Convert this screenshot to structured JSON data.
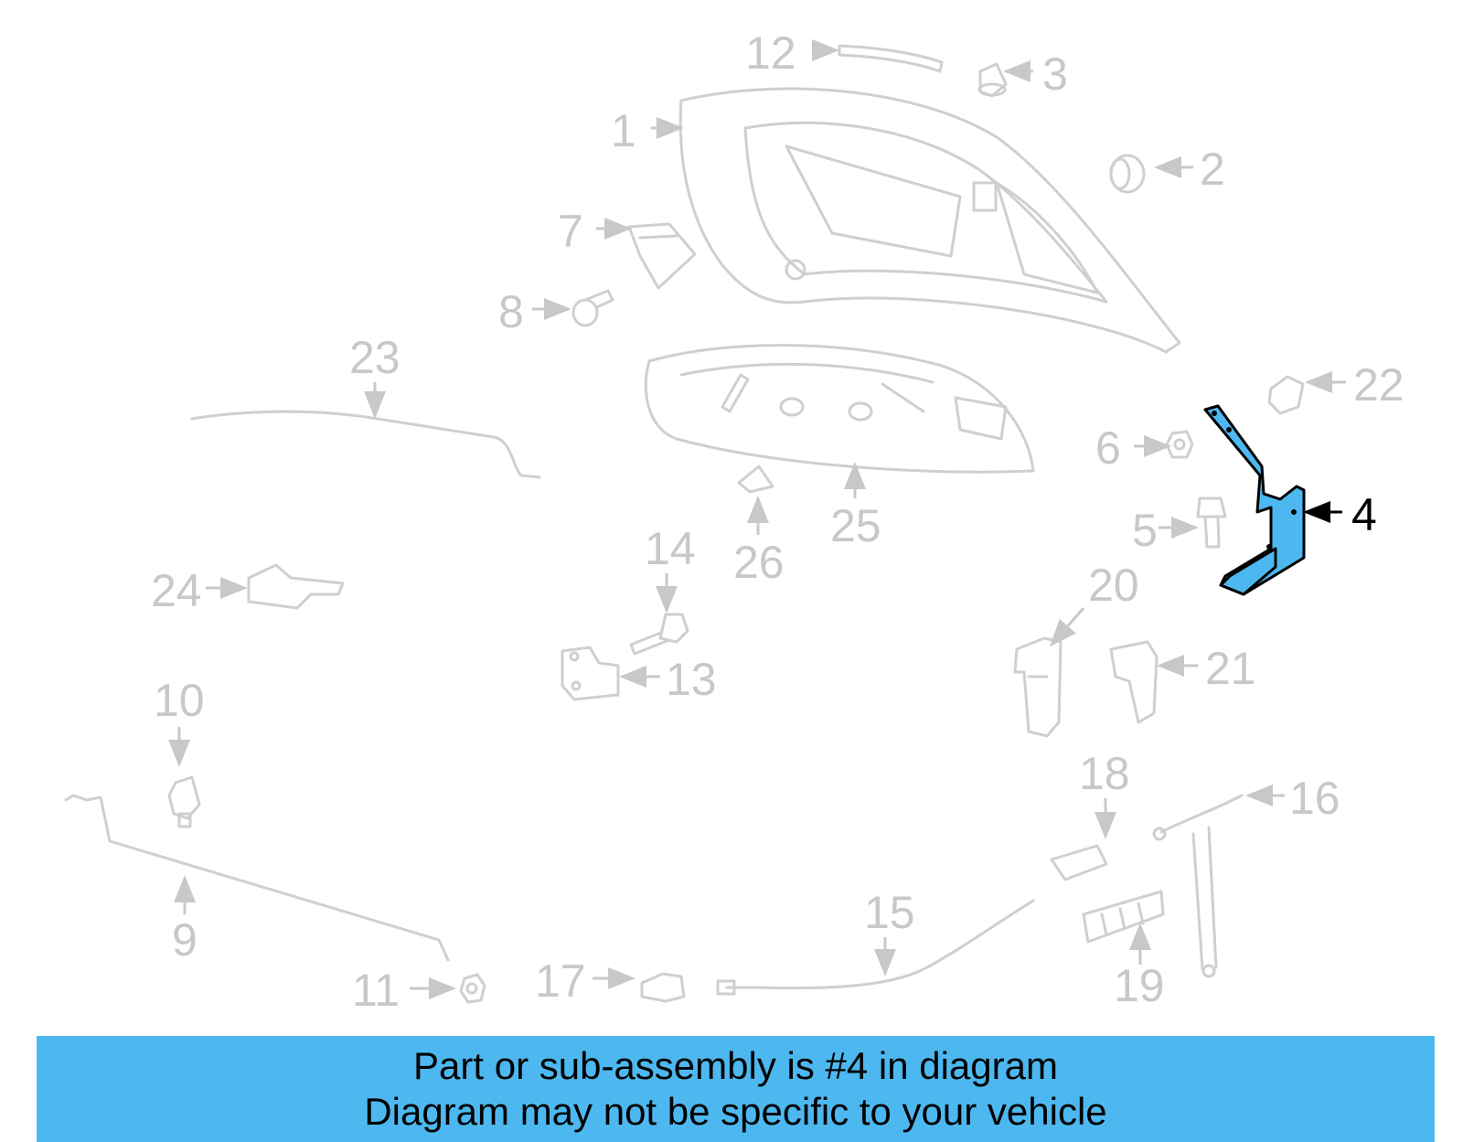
{
  "callouts": [
    {
      "label": "1",
      "highlighted": false
    },
    {
      "label": "2",
      "highlighted": false
    },
    {
      "label": "3",
      "highlighted": false
    },
    {
      "label": "4",
      "highlighted": true
    },
    {
      "label": "5",
      "highlighted": false
    },
    {
      "label": "6",
      "highlighted": false
    },
    {
      "label": "7",
      "highlighted": false
    },
    {
      "label": "8",
      "highlighted": false
    },
    {
      "label": "9",
      "highlighted": false
    },
    {
      "label": "10",
      "highlighted": false
    },
    {
      "label": "11",
      "highlighted": false
    },
    {
      "label": "12",
      "highlighted": false
    },
    {
      "label": "13",
      "highlighted": false
    },
    {
      "label": "14",
      "highlighted": false
    },
    {
      "label": "15",
      "highlighted": false
    },
    {
      "label": "16",
      "highlighted": false
    },
    {
      "label": "17",
      "highlighted": false
    },
    {
      "label": "18",
      "highlighted": false
    },
    {
      "label": "19",
      "highlighted": false
    },
    {
      "label": "20",
      "highlighted": false
    },
    {
      "label": "21",
      "highlighted": false
    },
    {
      "label": "22",
      "highlighted": false
    },
    {
      "label": "23",
      "highlighted": false
    },
    {
      "label": "24",
      "highlighted": false
    },
    {
      "label": "25",
      "highlighted": false
    },
    {
      "label": "26",
      "highlighted": false
    }
  ],
  "banner": {
    "line1": "Part or sub-assembly is #4 in diagram",
    "line2": "Diagram may not be specific to your vehicle"
  },
  "colors": {
    "highlight": "#4db8f0",
    "faded_part": "#cfcfcf",
    "highlight_callout": "#000000"
  }
}
